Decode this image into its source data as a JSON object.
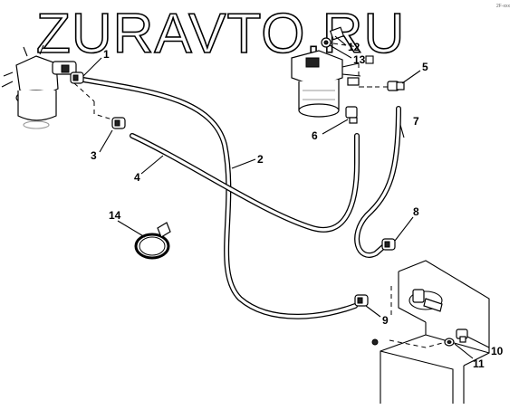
{
  "watermark": "ZURAVTO.RU",
  "corner_code": "2F-xxx",
  "callouts": [
    {
      "id": "1",
      "label": "1"
    },
    {
      "id": "2",
      "label": "2"
    },
    {
      "id": "3",
      "label": "3"
    },
    {
      "id": "4",
      "label": "4"
    },
    {
      "id": "5",
      "label": "5"
    },
    {
      "id": "6",
      "label": "6"
    },
    {
      "id": "7",
      "label": "7"
    },
    {
      "id": "8",
      "label": "8"
    },
    {
      "id": "9",
      "label": "9"
    },
    {
      "id": "10",
      "label": "10"
    },
    {
      "id": "11",
      "label": "11"
    },
    {
      "id": "12",
      "label": "12"
    },
    {
      "id": "13",
      "label": "13"
    },
    {
      "id": "14",
      "label": "14"
    }
  ]
}
